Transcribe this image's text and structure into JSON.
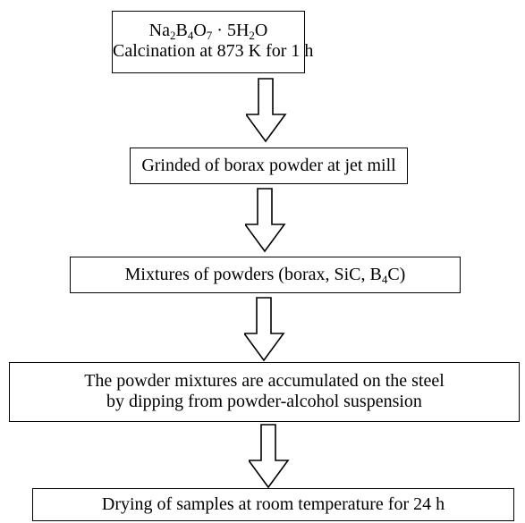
{
  "flowchart": {
    "steps": [
      {
        "lines": [
          [
            {
              "t": "Na"
            },
            {
              "s": "2"
            },
            {
              "t": "B"
            },
            {
              "s": "4"
            },
            {
              "t": "O"
            },
            {
              "s": "7"
            },
            {
              "t": " · 5H"
            },
            {
              "s": "2"
            },
            {
              "t": "O"
            }
          ],
          [
            {
              "t": "Calcination at 873 K for 1 h"
            }
          ]
        ]
      },
      {
        "lines": [
          [
            {
              "t": "Grinded of borax powder at jet mill"
            }
          ]
        ]
      },
      {
        "lines": [
          [
            {
              "t": "Mixtures of powders (borax, SiC, B"
            },
            {
              "s": "4"
            },
            {
              "t": "C)"
            }
          ]
        ]
      },
      {
        "lines": [
          [
            {
              "t": "The powder mixtures are accumulated on the steel"
            }
          ],
          [
            {
              "t": "by dipping from powder-alcohol suspension"
            }
          ]
        ]
      },
      {
        "lines": [
          [
            {
              "t": "Drying of samples at room temperature for 24 h"
            }
          ]
        ]
      }
    ]
  }
}
